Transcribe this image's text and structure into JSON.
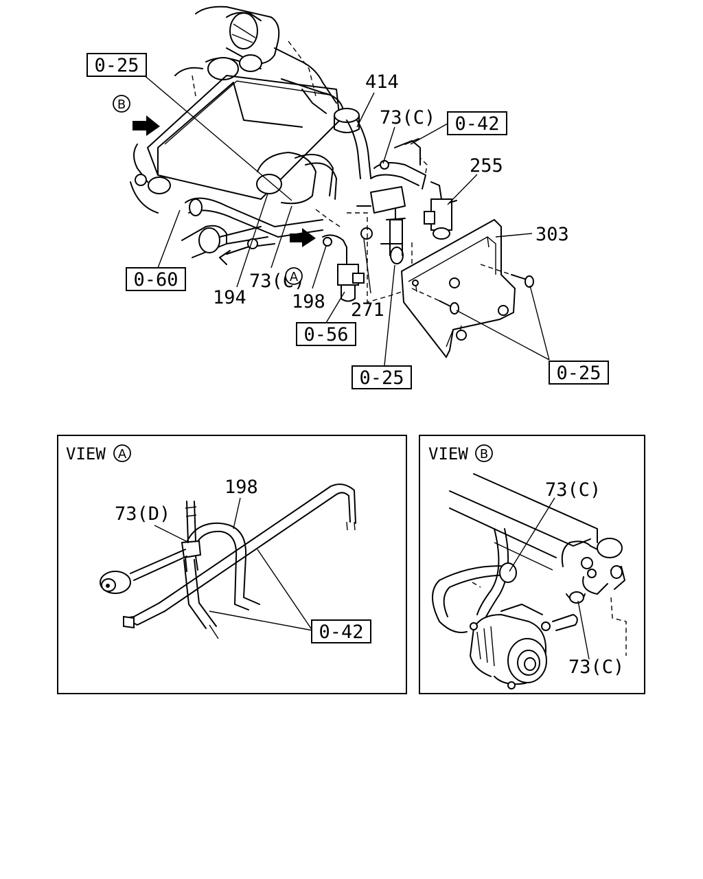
{
  "ref_boxes": {
    "b1": "0-25",
    "b2": "0-42",
    "b3": "0-60",
    "b4": "0-56",
    "b5": "0-25",
    "b6": "0-25",
    "b7": "0-42"
  },
  "callouts": {
    "p414": "414",
    "p73c_top": "73(C)",
    "p255": "255",
    "p303": "303",
    "p194": "194",
    "p73c_mid": "73(C)",
    "p198": "198",
    "p271": "271",
    "view_a_198": "198",
    "view_a_73d": "73(D)",
    "view_b_73c_top": "73(C)",
    "view_b_73c_bottom": "73(C)"
  },
  "view_markers": {
    "a": "A",
    "b": "B"
  },
  "panels": {
    "view_a_title": "VIEW",
    "view_a_letter": "A",
    "view_b_title": "VIEW",
    "view_b_letter": "B"
  }
}
